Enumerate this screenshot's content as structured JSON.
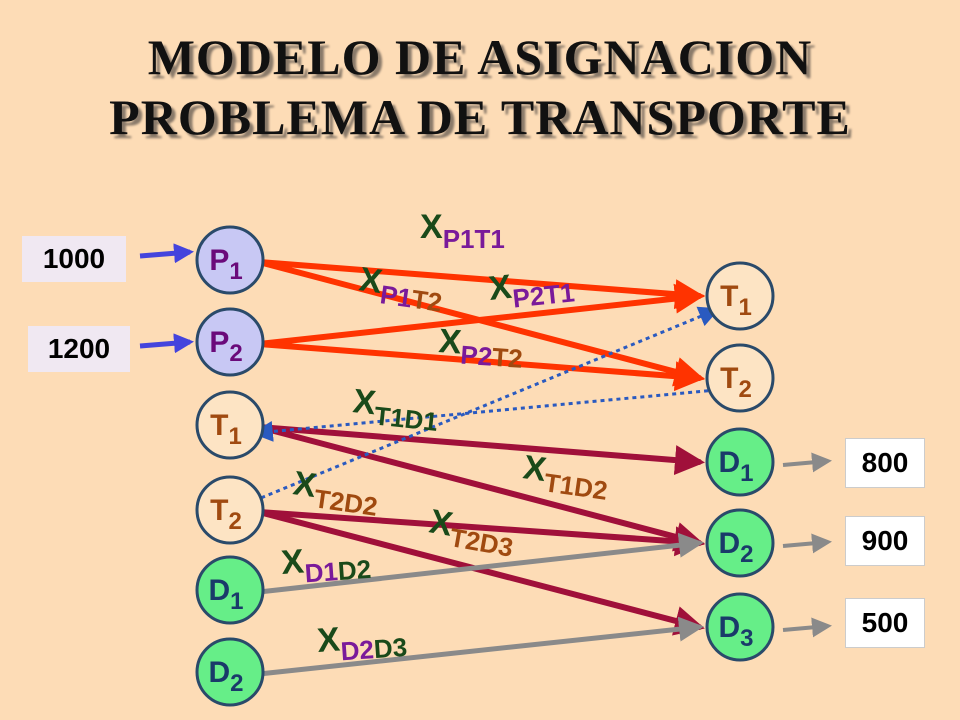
{
  "title": {
    "line1": "MODELO   DE   ASIGNACION",
    "line2": "PROBLEMA   DE   TRANSPORTE"
  },
  "supplies": [
    {
      "node": "P1",
      "value": "1000"
    },
    {
      "node": "P2",
      "value": "1200"
    }
  ],
  "demands": [
    {
      "node": "D1",
      "value": "800"
    },
    {
      "node": "D2",
      "value": "900"
    },
    {
      "node": "D3",
      "value": "500"
    }
  ],
  "left_nodes": [
    {
      "id": "P1",
      "letter": "P",
      "sub": "1",
      "fill": "#c8c8f4",
      "text_color": "#6a0a7a"
    },
    {
      "id": "P2",
      "letter": "P",
      "sub": "2",
      "fill": "#c8c8f4",
      "text_color": "#6a0a7a"
    },
    {
      "id": "T1",
      "letter": "T",
      "sub": "1",
      "fill": "#fde4c4",
      "text_color": "#a04a10"
    },
    {
      "id": "T2",
      "letter": "T",
      "sub": "2",
      "fill": "#fde4c4",
      "text_color": "#a04a10"
    },
    {
      "id": "D1",
      "letter": "D",
      "sub": "1",
      "fill": "#66ee88",
      "text_color": "#1a3a6a"
    },
    {
      "id": "D2",
      "letter": "D",
      "sub": "2",
      "fill": "#66ee88",
      "text_color": "#1a3a6a"
    }
  ],
  "right_nodes": [
    {
      "id": "T1",
      "letter": "T",
      "sub": "1",
      "fill": "#fde4c4",
      "text_color": "#a04a10"
    },
    {
      "id": "T2",
      "letter": "T",
      "sub": "2",
      "fill": "#fde4c4",
      "text_color": "#a04a10"
    },
    {
      "id": "D1",
      "letter": "D",
      "sub": "1",
      "fill": "#66ee88",
      "text_color": "#1a3a6a"
    },
    {
      "id": "D2",
      "letter": "D",
      "sub": "2",
      "fill": "#66ee88",
      "text_color": "#1a3a6a"
    },
    {
      "id": "D3",
      "letter": "D",
      "sub": "3",
      "fill": "#66ee88",
      "text_color": "#1a3a6a"
    }
  ],
  "edges": [
    {
      "from": "P1",
      "to": "T1",
      "style": "red"
    },
    {
      "from": "P1",
      "to": "T2",
      "style": "red"
    },
    {
      "from": "P2",
      "to": "T1",
      "style": "red"
    },
    {
      "from": "P2",
      "to": "T2",
      "style": "red"
    },
    {
      "from": "T1",
      "to": "D1",
      "style": "maroon"
    },
    {
      "from": "T1",
      "to": "D2",
      "style": "maroon"
    },
    {
      "from": "T2",
      "to": "D2",
      "style": "maroon"
    },
    {
      "from": "T2",
      "to": "D3",
      "style": "maroon"
    },
    {
      "from": "D1",
      "to": "D2",
      "style": "gray"
    },
    {
      "from": "D2",
      "to": "D3",
      "style": "gray"
    },
    {
      "from": "T2",
      "to": "T1",
      "style": "dotted"
    },
    {
      "from": "T1",
      "to": "T2",
      "style": "dotted"
    }
  ],
  "variables": [
    {
      "main": "X",
      "s1": "P1",
      "s2": "T1",
      "c1": "#7a1a9a",
      "c2": "#7a1a9a"
    },
    {
      "main": "X",
      "s1": "P1",
      "s2": "T2",
      "c1": "#7a1a9a",
      "c2": "#a04a10"
    },
    {
      "main": "X",
      "s1": "P2",
      "s2": "T1",
      "c1": "#7a1a9a",
      "c2": "#7a1a9a"
    },
    {
      "main": "X",
      "s1": "P2",
      "s2": "T2",
      "c1": "#7a1a9a",
      "c2": "#a04a10"
    },
    {
      "main": "X",
      "s1": "T1",
      "s2": "D1",
      "c1": "#1a4a1a",
      "c2": "#1a4a1a"
    },
    {
      "main": "X",
      "s1": "T1",
      "s2": "D2",
      "c1": "#a04a10",
      "c2": "#a04a10"
    },
    {
      "main": "X",
      "s1": "T2",
      "s2": "D2",
      "c1": "#a04a10",
      "c2": "#a04a10"
    },
    {
      "main": "X",
      "s1": "T2",
      "s2": "D3",
      "c1": "#a04a10",
      "c2": "#a04a10"
    },
    {
      "main": "X",
      "s1": "D1",
      "s2": "D2",
      "c1": "#7a1a9a",
      "c2": "#1a4a1a"
    },
    {
      "main": "X",
      "s1": "D2",
      "s2": "D3",
      "c1": "#7a1a9a",
      "c2": "#1a4a1a"
    }
  ],
  "colors": {
    "background": "#fddcb6",
    "red_edge": "#ff3300",
    "maroon_edge": "#a0103a",
    "gray_edge": "#8a8a8a",
    "dotted_edge": "#2a5ac0",
    "supply_arrow": "#4444dd",
    "node_outline": "#2a4a6a",
    "label_x": "#1a4a1a"
  }
}
